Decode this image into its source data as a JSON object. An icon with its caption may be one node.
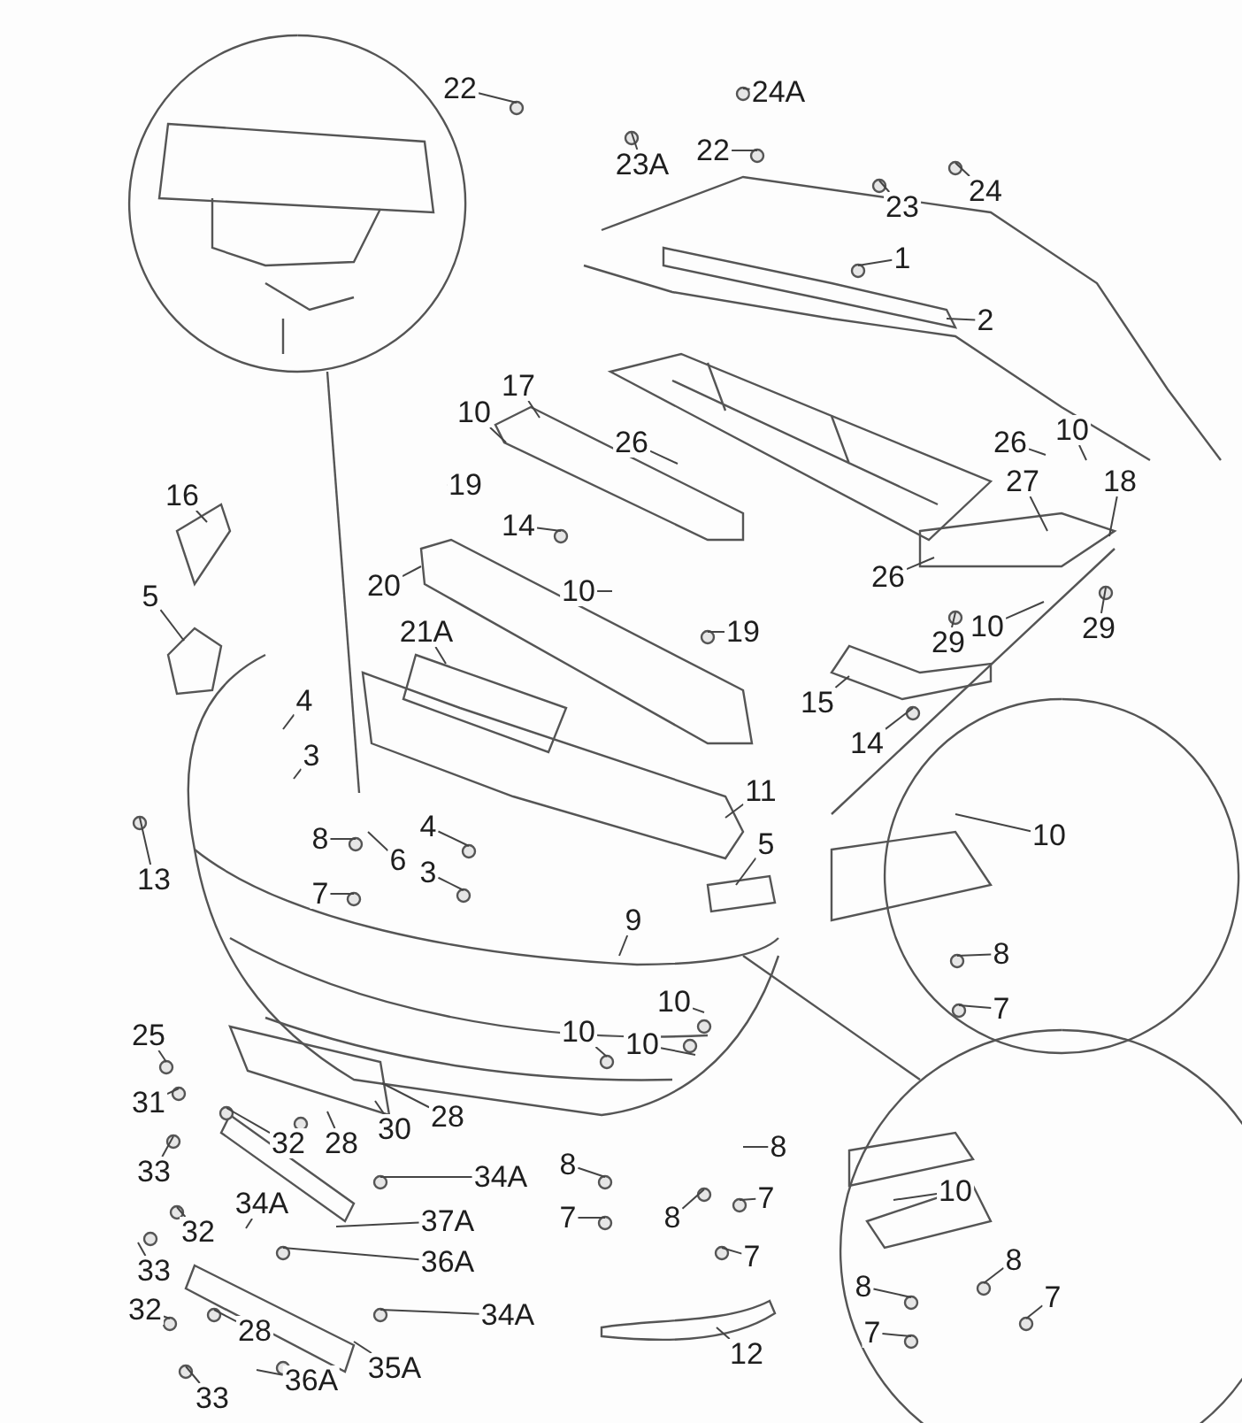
{
  "diagram": {
    "nodes": [
      {
        "text": [
          "22"
        ]
      },
      {
        "text": [
          "24A"
        ]
      },
      {
        "text": [
          "22"
        ]
      },
      {
        "text": [
          "23A"
        ]
      },
      {
        "text": [
          "24"
        ]
      },
      {
        "text": [
          "23"
        ]
      },
      {
        "text": [
          "1"
        ]
      },
      {
        "text": [
          "2"
        ]
      },
      {
        "text": [
          "17"
        ]
      },
      {
        "text": [
          "10"
        ]
      },
      {
        "text": [
          "26"
        ]
      },
      {
        "text": [
          "19"
        ]
      },
      {
        "text": [
          "14"
        ]
      },
      {
        "text": [
          "16"
        ]
      },
      {
        "text": [
          "5"
        ]
      },
      {
        "text": [
          "20"
        ]
      },
      {
        "text": [
          "10"
        ]
      },
      {
        "text": [
          "19"
        ]
      },
      {
        "text": [
          "21A"
        ]
      },
      {
        "text": [
          "26"
        ]
      },
      {
        "text": [
          "10"
        ]
      },
      {
        "text": [
          "27"
        ]
      },
      {
        "text": [
          "18"
        ]
      },
      {
        "text": [
          "26"
        ]
      },
      {
        "text": [
          "29"
        ]
      },
      {
        "text": [
          "10"
        ]
      },
      {
        "text": [
          "29"
        ]
      },
      {
        "text": [
          "15"
        ]
      },
      {
        "text": [
          "14"
        ]
      },
      {
        "text": [
          "4"
        ]
      },
      {
        "text": [
          "3"
        ]
      },
      {
        "text": [
          "11"
        ]
      },
      {
        "text": [
          "13"
        ]
      },
      {
        "text": [
          "8"
        ]
      },
      {
        "text": [
          "6"
        ]
      },
      {
        "text": [
          "4"
        ]
      },
      {
        "text": [
          "3"
        ]
      },
      {
        "text": [
          "7"
        ]
      },
      {
        "text": [
          "5"
        ]
      },
      {
        "text": [
          "10"
        ]
      },
      {
        "text": [
          "9"
        ]
      },
      {
        "text": [
          "8"
        ]
      },
      {
        "text": [
          "7"
        ]
      },
      {
        "text": [
          "25"
        ]
      },
      {
        "text": [
          "10"
        ]
      },
      {
        "text": [
          "10"
        ]
      },
      {
        "text": [
          "10"
        ]
      },
      {
        "text": [
          "31"
        ]
      },
      {
        "text": [
          "33"
        ]
      },
      {
        "text": [
          "32"
        ]
      },
      {
        "text": [
          "28"
        ]
      },
      {
        "text": [
          "30"
        ]
      },
      {
        "text": [
          "28"
        ]
      },
      {
        "text": [
          "8"
        ]
      },
      {
        "text": [
          "8"
        ]
      },
      {
        "text": [
          "7"
        ]
      },
      {
        "text": [
          "8"
        ]
      },
      {
        "text": [
          "7"
        ]
      },
      {
        "text": [
          "7"
        ]
      },
      {
        "text": [
          "34A"
        ]
      },
      {
        "text": [
          "34A"
        ]
      },
      {
        "text": [
          "37A"
        ]
      },
      {
        "text": [
          "32"
        ]
      },
      {
        "text": [
          "36A"
        ]
      },
      {
        "text": [
          "33"
        ]
      },
      {
        "text": [
          "34A"
        ]
      },
      {
        "text": [
          "32"
        ]
      },
      {
        "text": [
          "28"
        ]
      },
      {
        "text": [
          "35A"
        ]
      },
      {
        "text": [
          "36A"
        ]
      },
      {
        "text": [
          "33"
        ]
      },
      {
        "text": [
          "12"
        ]
      },
      {
        "text": [
          "10"
        ]
      },
      {
        "text": [
          "8"
        ]
      },
      {
        "text": [
          "8"
        ]
      },
      {
        "text": [
          "7"
        ]
      },
      {
        "text": [
          "7"
        ]
      }
    ],
    "edges": [
      {
        "from": 0,
        "to": null,
        "arrow": "none"
      },
      {
        "from": 1,
        "to": null,
        "arrow": "none"
      },
      {
        "from": 2,
        "to": null,
        "arrow": "none"
      },
      {
        "from": 3,
        "to": null,
        "arrow": "none"
      },
      {
        "from": 4,
        "to": null,
        "arrow": "none"
      },
      {
        "from": 5,
        "to": null,
        "arrow": "none"
      },
      {
        "from": 6,
        "to": null,
        "arrow": "none"
      },
      {
        "from": 7,
        "to": null,
        "arrow": "none"
      },
      {
        "from": 8,
        "to": null,
        "arrow": "none"
      },
      {
        "from": 9,
        "to": null,
        "arrow": "none"
      },
      {
        "from": 10,
        "to": null,
        "arrow": "none"
      },
      {
        "from": 11,
        "to": null,
        "arrow": "none"
      },
      {
        "from": 12,
        "to": null,
        "arrow": "none"
      },
      {
        "from": 13,
        "to": null,
        "arrow": "none"
      },
      {
        "from": 14,
        "to": null,
        "arrow": "none"
      },
      {
        "from": 15,
        "to": null,
        "arrow": "none"
      },
      {
        "from": 16,
        "to": null,
        "arrow": "none"
      },
      {
        "from": 17,
        "to": null,
        "arrow": "none"
      },
      {
        "from": 18,
        "to": null,
        "arrow": "none"
      },
      {
        "from": 19,
        "to": null,
        "arrow": "none"
      },
      {
        "from": 20,
        "to": null,
        "arrow": "none"
      },
      {
        "from": 21,
        "to": null,
        "arrow": "none"
      },
      {
        "from": 22,
        "to": null,
        "arrow": "none"
      },
      {
        "from": 23,
        "to": null,
        "arrow": "none"
      },
      {
        "from": 24,
        "to": null,
        "arrow": "none"
      },
      {
        "from": 25,
        "to": null,
        "arrow": "none"
      },
      {
        "from": 26,
        "to": null,
        "arrow": "none"
      },
      {
        "from": 27,
        "to": null,
        "arrow": "none"
      },
      {
        "from": 28,
        "to": null,
        "arrow": "none"
      },
      {
        "from": 29,
        "to": null,
        "arrow": "none"
      },
      {
        "from": 30,
        "to": null,
        "arrow": "none"
      },
      {
        "from": 31,
        "to": null,
        "arrow": "none"
      },
      {
        "from": 32,
        "to": null,
        "arrow": "none"
      },
      {
        "from": 33,
        "to": null,
        "arrow": "none"
      },
      {
        "from": 34,
        "to": null,
        "arrow": "none"
      },
      {
        "from": 35,
        "to": null,
        "arrow": "none"
      },
      {
        "from": 36,
        "to": null,
        "arrow": "none"
      },
      {
        "from": 37,
        "to": null,
        "arrow": "none"
      },
      {
        "from": 38,
        "to": null,
        "arrow": "none"
      },
      {
        "from": 39,
        "to": null,
        "arrow": "none"
      },
      {
        "from": 40,
        "to": null,
        "arrow": "none"
      },
      {
        "from": 41,
        "to": null,
        "arrow": "none"
      },
      {
        "from": 42,
        "to": null,
        "arrow": "none"
      },
      {
        "from": 43,
        "to": null,
        "arrow": "none"
      },
      {
        "from": 44,
        "to": null,
        "arrow": "none"
      },
      {
        "from": 45,
        "to": null,
        "arrow": "none"
      },
      {
        "from": 46,
        "to": null,
        "arrow": "none"
      },
      {
        "from": 47,
        "to": null,
        "arrow": "none"
      },
      {
        "from": 48,
        "to": null,
        "arrow": "none"
      },
      {
        "from": 49,
        "to": null,
        "arrow": "none"
      },
      {
        "from": 50,
        "to": null,
        "arrow": "none"
      },
      {
        "from": 51,
        "to": null,
        "arrow": "none"
      },
      {
        "from": 52,
        "to": null,
        "arrow": "none"
      },
      {
        "from": 53,
        "to": null,
        "arrow": "none"
      },
      {
        "from": 54,
        "to": null,
        "arrow": "none"
      },
      {
        "from": 55,
        "to": null,
        "arrow": "none"
      },
      {
        "from": 56,
        "to": null,
        "arrow": "none"
      },
      {
        "from": 57,
        "to": null,
        "arrow": "none"
      },
      {
        "from": 58,
        "to": null,
        "arrow": "none"
      },
      {
        "from": 59,
        "to": null,
        "arrow": "none"
      },
      {
        "from": 60,
        "to": null,
        "arrow": "none"
      },
      {
        "from": 61,
        "to": null,
        "arrow": "none"
      },
      {
        "from": 62,
        "to": null,
        "arrow": "none"
      },
      {
        "from": 63,
        "to": null,
        "arrow": "none"
      },
      {
        "from": 64,
        "to": null,
        "arrow": "none"
      },
      {
        "from": 65,
        "to": null,
        "arrow": "none"
      },
      {
        "from": 66,
        "to": null,
        "arrow": "none"
      },
      {
        "from": 67,
        "to": null,
        "arrow": "none"
      },
      {
        "from": 68,
        "to": null,
        "arrow": "none"
      },
      {
        "from": 69,
        "to": null,
        "arrow": "none"
      },
      {
        "from": 70,
        "to": null,
        "arrow": "none"
      },
      {
        "from": 71,
        "to": null,
        "arrow": "none"
      },
      {
        "from": 72,
        "to": null,
        "arrow": "none"
      },
      {
        "from": 73,
        "to": null,
        "arrow": "none"
      },
      {
        "from": 74,
        "to": null,
        "arrow": "none"
      },
      {
        "from": 75,
        "to": null,
        "arrow": "none"
      },
      {
        "from": 76,
        "to": null,
        "arrow": "none"
      }
    ]
  }
}
